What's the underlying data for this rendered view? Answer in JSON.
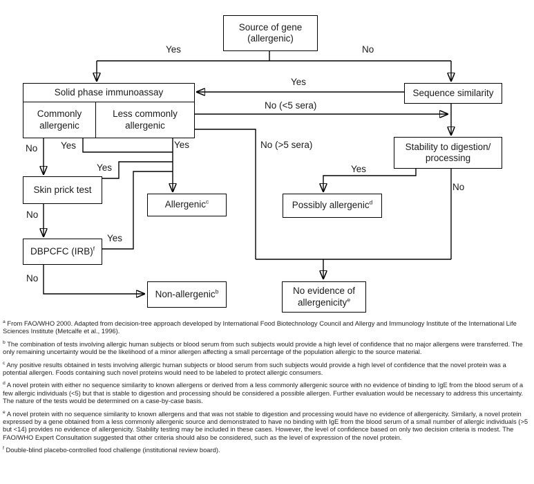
{
  "figure": {
    "title_context": "Allergenicity decision tree",
    "nodes": {
      "source": "Source of gene (allergenic)",
      "solid_phase": "Solid phase immunoassay",
      "commonly": "Commonly allergenic",
      "less_commonly": "Less commonly allergenic",
      "sequence": "Sequence similarity",
      "stability": "Stability to digestion/ processing",
      "skin_prick": "Skin prick test",
      "dbpcfc": {
        "text": "DBPCFC (IRB)",
        "sup": "f"
      },
      "allergenic": {
        "text": "Allergenic",
        "sup": "c"
      },
      "possibly": {
        "text": "Possibly allergenic",
        "sup": "d"
      },
      "non_allergenic": {
        "text": "Non-allergenic",
        "sup": "b"
      },
      "no_evidence": {
        "text": "No evidence of allergenicity",
        "sup": "e"
      }
    },
    "edge_labels": {
      "yes_top": "Yes",
      "no_top": "No",
      "yes_back": "Yes",
      "no_lt5": "No (<5 sera)",
      "no_gt5": "No (>5 sera)",
      "yes_common": "Yes",
      "no_common": "No",
      "yes_less": "Yes",
      "yes_skin": "Yes",
      "no_skin": "No",
      "yes_dbpcfc": "Yes",
      "no_dbpcfc": "No",
      "yes_stab": "Yes",
      "no_stab": "No"
    },
    "footnotes": [
      {
        "marker": "a",
        "text": "From FAO/WHO 2000. Adapted from decision-tree approach developed by International Food Biotechnology Council and Allergy and Immunology Institute of the International Life Sciences Institute (Metcalfe et al., 1996)."
      },
      {
        "marker": "b",
        "text": "The combination of tests involving allergic human subjects or blood serum from such subjects would provide a high level of confidence that no major allergens were transferred. The only remaining uncertainty would be the likelihood of a minor allergen affecting a small percentage of the population allergic to the source material."
      },
      {
        "marker": "c",
        "text": "Any positive results obtained in tests involving allergic human subjects or blood serum from such subjects would provide a high level of confidence that the novel protein was a potential allergen. Foods containing such novel proteins would need to be labeled to protect allergic consumers."
      },
      {
        "marker": "d",
        "text": "A novel protein with either no sequence similarity to known allergens or derived from a less commonly allergenic source with no evidence of binding to IgE from the blood serum of a few allergic individuals (<5) but that is stable to digestion and processing should be considered a possible allergen. Further evaluation would be necessary to address this uncertainty. The nature of the tests would be determined on a case-by-case basis."
      },
      {
        "marker": "e",
        "text": "A novel protein with no sequence similarity to known allergens and that was not stable to digestion and processing would have no evidence of allergenicity. Similarly, a novel protein expressed by a gene obtained from a less commonly allergenic source and demonstrated to have no binding with IgE from the blood serum of a small number of allergic individuals (>5 but <14) provides no evidence of allergenicity. Stability testing may be included in these cases. However, the level of confidence based on only two decision criteria is modest. The FAO/WHO Expert Consultation suggested that other criteria should also be considered, such as the level of expression of the novel protein."
      },
      {
        "marker": "f",
        "text": "Double-blind placebo-controlled food challenge (institutional review board)."
      }
    ]
  }
}
